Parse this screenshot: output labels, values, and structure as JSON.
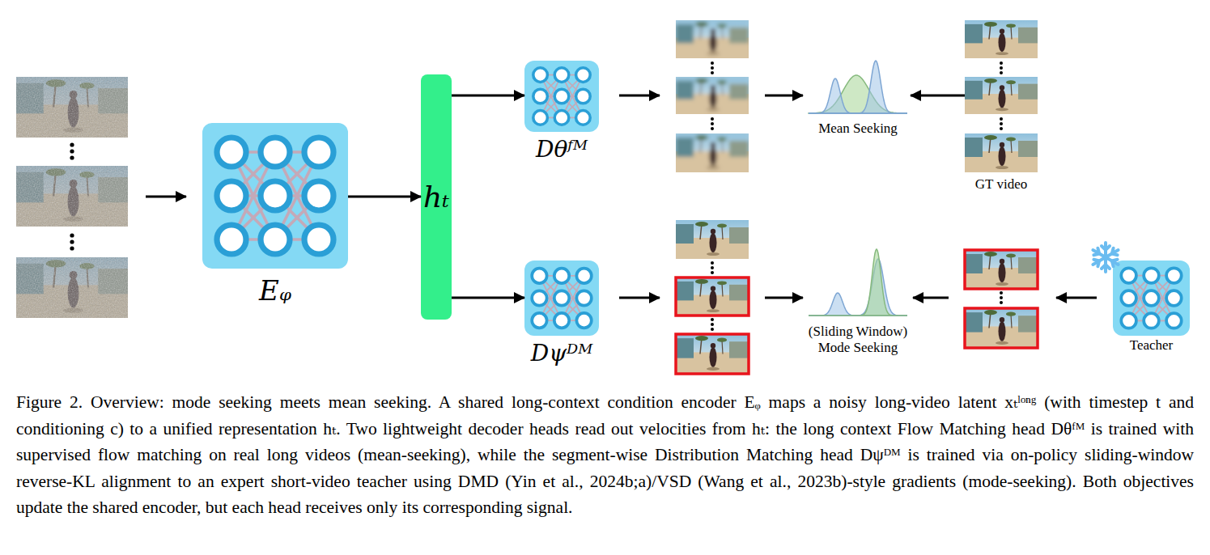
{
  "diagram": {
    "caption": "Figure 2. Overview: mode seeking meets mean seeking. A shared long-context condition encoder Eᵩ maps a noisy long-video latent xₜˡᵒⁿᵍ (with timestep t and conditioning c) to a unified representation hₜ. Two lightweight decoder heads read out velocities from hₜ: the long context Flow Matching head Dθᶠᴹ is trained with supervised flow matching on real long videos (mean-seeking), while the segment-wise Distribution Matching head Dψᴰᴹ is trained via on-policy sliding-window reverse-KL alignment to an expert short-video teacher using DMD (Yin et al., 2024b;a)/VSD (Wang et al., 2023b)-style gradients (mode-seeking). Both objectives update the shared encoder, but each head receives only its corresponding signal.",
    "nodes": [
      {
        "text": [
          "Eᵩ"
        ]
      },
      {
        "text": [
          "hₜ"
        ]
      },
      {
        "text": [
          "Dθᶠᴹ"
        ]
      },
      {
        "text": [
          "Dψᴰᴹ"
        ]
      },
      {
        "text": [
          "Mean Seeking"
        ]
      },
      {
        "text": [
          "GT video"
        ]
      },
      {
        "text": [
          "(Sliding Window) Mode Seeking"
        ]
      },
      {
        "text": [
          "Teacher"
        ]
      }
    ],
    "edges": [
      {
        "from": 0,
        "to": 1,
        "arrow": "to"
      },
      {
        "from": 1,
        "to": 2,
        "arrow": "to"
      },
      {
        "from": 1,
        "to": 3,
        "arrow": "to"
      },
      {
        "from": 5,
        "to": 4,
        "arrow": "to"
      }
    ]
  }
}
